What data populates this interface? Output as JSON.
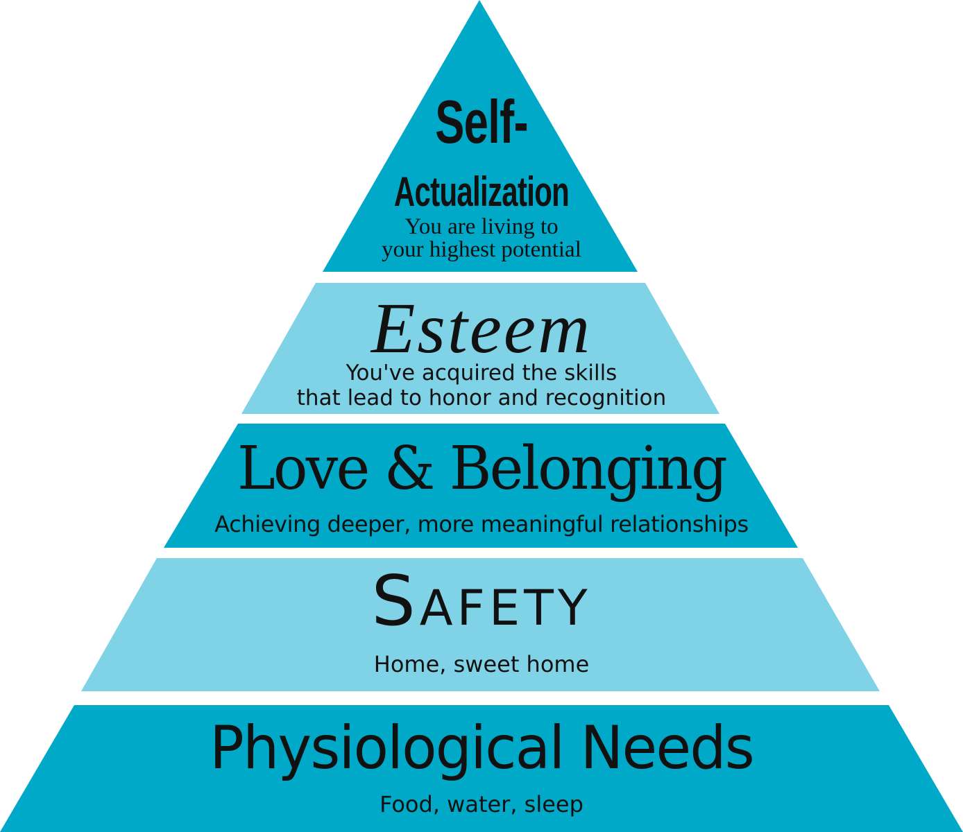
{
  "colors": {
    "dark_teal": "#00a9c7",
    "light_teal": "#80d2e6",
    "text": "#111111",
    "background": "#ffffff"
  },
  "tiers": [
    {
      "title_line1": "Self-",
      "title_line2": "Actualization",
      "desc_line1": "You are living to",
      "desc_line2": "your highest potential",
      "fill": "dark"
    },
    {
      "title": "Esteem",
      "desc_line1": "You've acquired the skills",
      "desc_line2": "that lead to honor and recognition",
      "fill": "light"
    },
    {
      "title": "Love & Belonging",
      "desc": "Achieving deeper, more meaningful relationships",
      "fill": "dark"
    },
    {
      "title": "Safety",
      "desc": "Home, sweet home",
      "fill": "light"
    },
    {
      "title": "Physiological Needs",
      "desc": "Food, water, sleep",
      "fill": "dark"
    }
  ]
}
